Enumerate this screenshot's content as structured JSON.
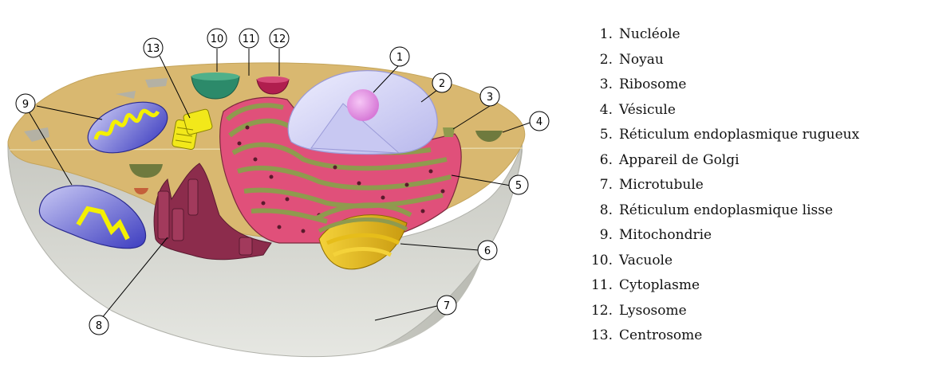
{
  "legend": [
    {
      "num": "1.",
      "label": "Nucléole"
    },
    {
      "num": "2.",
      "label": "Noyau"
    },
    {
      "num": "3.",
      "label": "Ribosome"
    },
    {
      "num": "4.",
      "label": "Vésicule"
    },
    {
      "num": "5.",
      "label": "Réticulum endoplasmique rugueux"
    },
    {
      "num": "6.",
      "label": "Appareil de Golgi"
    },
    {
      "num": "7.",
      "label": "Microtubule"
    },
    {
      "num": "8.",
      "label": "Réticulum endoplasmique lisse"
    },
    {
      "num": "9.",
      "label": "Mitochondrie"
    },
    {
      "num": "10.",
      "label": "Vacuole"
    },
    {
      "num": "11.",
      "label": "Cytoplasme"
    },
    {
      "num": "12.",
      "label": "Lysosome"
    },
    {
      "num": "13.",
      "label": "Centrosome"
    }
  ],
  "callouts": [
    "1",
    "2",
    "3",
    "4",
    "5",
    "6",
    "7",
    "8",
    "9",
    "10",
    "11",
    "12",
    "13"
  ],
  "colors": {
    "cytoplasm_top": "#d9b870",
    "cell_wall": "#c9cac4",
    "nucleus": "#d8d8f6",
    "nucleolus": "#e89be8",
    "rough_er": "#e0507a",
    "rough_er_band": "#8f9a4e",
    "smooth_er": "#8c2c4c",
    "golgi": "#e6bd1a",
    "mitochondria": "#5b5bd6",
    "mito_cristae": "#f4f000",
    "vacuole": "#2c8a6a",
    "lysosome": "#b01e4e",
    "centrosome": "#f2e81a",
    "vesicle": "#6f7a3e"
  }
}
